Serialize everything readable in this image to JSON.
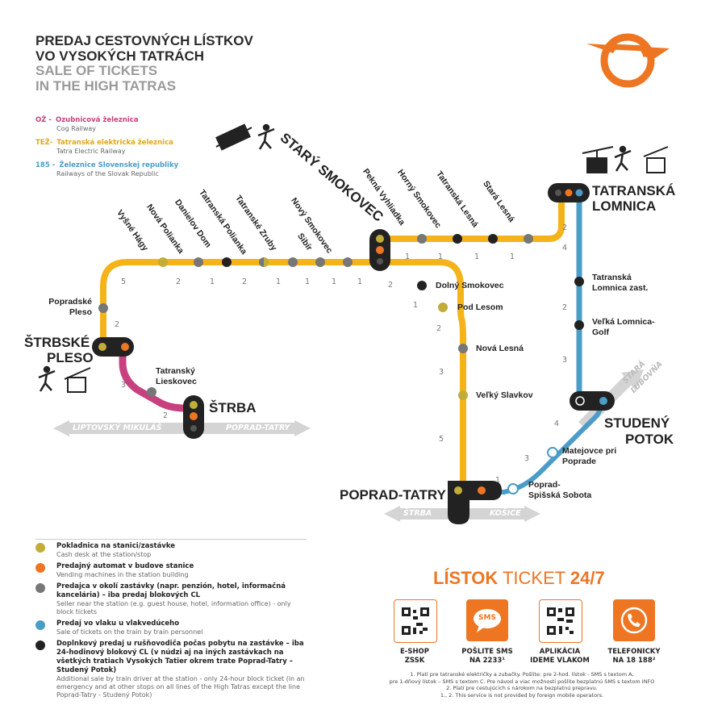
{
  "title": {
    "sk_line1": "PREDAJ CESTOVNÝCH LÍSTKOV",
    "sk_line2": "VO VYSOKÝCH TATRÁCH",
    "en_line1": "SALE OF TICKETS",
    "en_line2": "IN THE HIGH TATRAS"
  },
  "colors": {
    "cog": "#c8417f",
    "tez": "#f5b31a",
    "zssk": "#4b9cc6",
    "orange": "#ee7623",
    "cash": "#c2ad3a",
    "vending": "#ee7623",
    "seller": "#777777",
    "onboard": "#4b9cc6",
    "driver": "#222222"
  },
  "railways": [
    {
      "code": "OŽ -",
      "name": "Ozubnicová železnica",
      "en": "Cog Railway"
    },
    {
      "code": "TEŽ-",
      "name": "Tatranská elektrická železnica",
      "en": "Tatra Electric Railway"
    },
    {
      "code": "185 -",
      "name": "Železnice Slovenskej republiky",
      "en": "Railways of the Slovak Republic"
    }
  ],
  "stations": {
    "stary_smokovec": "STARÝ SMOKOVEC",
    "tatranska_lomnica_1": "TATRANSKÁ",
    "tatranska_lomnica_2": "LOMNICA",
    "strbske_pleso_1": "ŠTRBSKÉ",
    "strbske_pleso_2": "PLESO",
    "strba": "ŠTRBA",
    "poprad_tatry": "POPRAD-TATRY",
    "studeny_potok_1": "STUDENÝ",
    "studeny_potok_2": "POTOK",
    "vysne_hagy": "Vyšné Hágy",
    "nova_polianka": "Nová Polianka",
    "danielov_dom": "Danielov Dom",
    "tatranska_polianka": "Tatranská Polianka",
    "tatranske_zruby": "Tatranské Zruby",
    "novy_smokovec": "Nový Smokovec",
    "sibir": "Sibír",
    "pekna_vyhliadka": "Pekná Vyhliadka",
    "horny_smokovec": "Horný Smokovec",
    "tatranska_lesna": "Tatranská Lesná",
    "stara_lesna": "Stará Lesná",
    "popradske_pleso_1": "Popradské",
    "popradske_pleso_2": "Pleso",
    "tatransky_lieskovec_1": "Tatranský",
    "tatransky_lieskovec_2": "Lieskovec",
    "dolny_smokovec": "Dolný Smokovec",
    "pod_lesom": "Pod Lesom",
    "nova_lesna": "Nová Lesná",
    "velky_slavkov": "Veľký Slavkov",
    "tl_zast_1": "Tatranská",
    "tl_zast_2": "Lomnica zast.",
    "velka_lomnica_1": "Veľká Lomnica-",
    "velka_lomnica_2": "Golf",
    "matejovce_1": "Matejovce pri",
    "matejovce_2": "Poprade",
    "spisska_sobota_1": "Poprad-",
    "spisska_sobota_2": "Spišská Sobota"
  },
  "directions": {
    "liptovsky_mikulas": "LIPTOVSKÝ MIKULÁŠ",
    "poprad_tatry": "POPRAD-TATRY",
    "strba": "ŠTRBA",
    "kosice": "KOŠICE",
    "stara_lubovna_1": "STARÁ",
    "stara_lubovna_2": "ĽUBOVŇA"
  },
  "zones": {
    "top": [
      "5",
      "2",
      "1",
      "2",
      "1",
      "1",
      "1",
      "1"
    ],
    "top_right": [
      "1",
      "1",
      "1",
      "1"
    ],
    "ss_down": [
      "2",
      "1",
      "2",
      "3",
      "5"
    ],
    "strbske_left": [
      "2"
    ],
    "cog": [
      "3",
      "2"
    ],
    "lomnica": [
      "2",
      "4",
      "2",
      "3"
    ],
    "zssk": [
      "1",
      "3",
      "4"
    ]
  },
  "sales_legend": [
    {
      "key": "cash",
      "sk": "Pokladnica na stanici/zastávke",
      "en": "Cash desk at the station/stop"
    },
    {
      "key": "vending",
      "sk": "Predajný automat v budove stanice",
      "en": "Vending machines in the station building"
    },
    {
      "key": "seller",
      "sk": "Predajca v okolí zastávky (napr. penzión, hotel, informačná kancelária) – iba predaj blokových CL",
      "en": "Seller near the station (e.g. guest house, hotel, information office) - only block tickets"
    },
    {
      "key": "onboard",
      "sk": "Predaj vo vlaku u vlakvedúceho",
      "en": "Sale of tickets on the train by train personnel"
    },
    {
      "key": "driver",
      "sk": "Doplnkový predaj u rušňovodiča počas pobytu na zastávke – iba 24-hodinový blokový CL (v núdzi aj na iných zastávkach na všetkých tratiach Vysokých Tatier okrem trate Poprad-Tatry – Studený Potok)",
      "en": "Additional sale by train driver at the station - only 24-hour block ticket (in an emergency and at other stops on all lines of the High Tatras except the line Poprad-Tatry - Studený Potok)"
    }
  ],
  "ticket": {
    "title_a": "LÍSTOK",
    "title_b": " TICKET ",
    "title_c": "24/7",
    "options": [
      {
        "line1": "E-SHOP",
        "line2": "ZSSK",
        "icon": "qr-code-icon"
      },
      {
        "line1": "POŠLITE SMS",
        "line2": "NA 2233¹",
        "icon": "sms-icon",
        "badge": "SMS"
      },
      {
        "line1": "APLIKÁCIA",
        "line2": "IDEME VLAKOM",
        "icon": "qr-code-icon"
      },
      {
        "line1": "TELEFONICKY",
        "line2": "NA 18 188²",
        "icon": "phone-icon"
      }
    ],
    "footnotes": [
      "1. Platí pre tatranské električky a zubačky. Pošlite: pre 2-hod. lístok - SMS s textom A,",
      "pre 1-dňový lístok – SMS s textom C. Pre návod a viac možností pošlite bezplatnú SMS s textom INFO",
      "2. Platí pre cestujúcich s nárokom na bezplatnú prepravu.",
      "1., 2. This service is not provided by foreign mobile operators."
    ]
  }
}
